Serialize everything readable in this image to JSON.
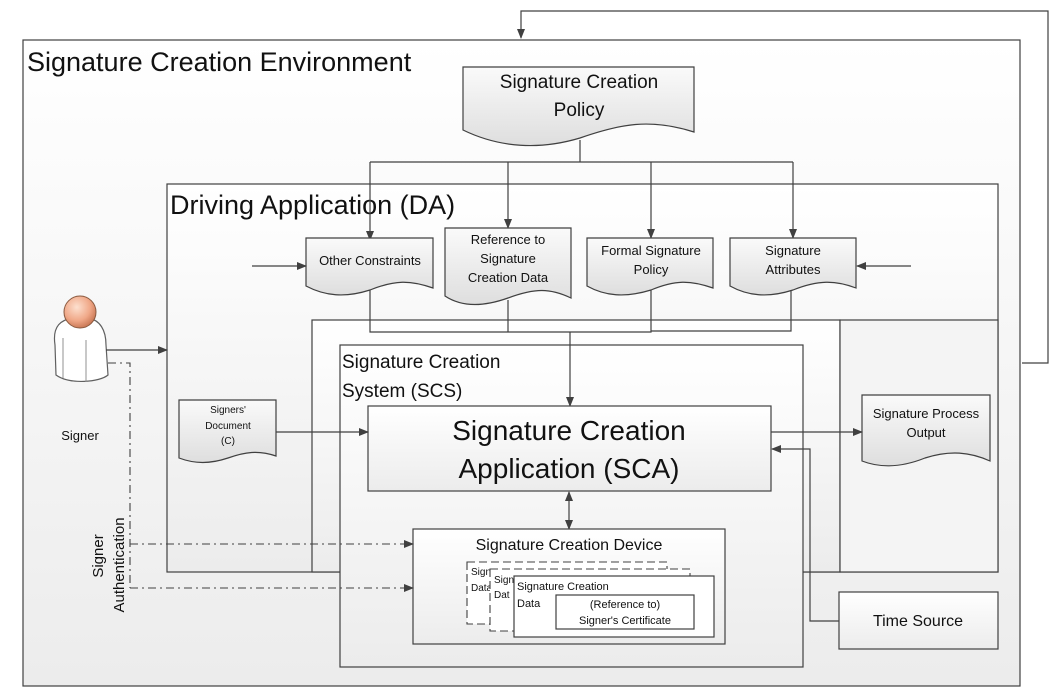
{
  "diagram": {
    "environment_title": "Signature Creation Environment",
    "policy": {
      "line1": "Signature Creation",
      "line2": "Policy"
    },
    "driving_application_title": "Driving Application (DA)",
    "documents": {
      "other_constraints": {
        "lines": [
          "Other Constraints"
        ]
      },
      "reference_scd": {
        "lines": [
          "Reference to",
          "Signature",
          "Creation Data"
        ]
      },
      "formal_policy": {
        "lines": [
          "Formal Signature",
          "Policy"
        ]
      },
      "attributes": {
        "lines": [
          "Signature",
          "Attributes"
        ]
      },
      "signers_document": {
        "lines": [
          "Signers'",
          "Document",
          "(C)"
        ]
      },
      "process_output": {
        "lines": [
          "Signature Process",
          "Output"
        ]
      }
    },
    "signer_label": "Signer",
    "signer_auth": {
      "line1": "Signer",
      "line2": "Authentication"
    },
    "scs_title": {
      "line1": "Signature Creation",
      "line2": "System (SCS)"
    },
    "sca": {
      "line1": "Signature Creation",
      "line2": "Application (SCA)"
    },
    "scdev_title": "Signature Creation Device",
    "scd_stack": {
      "back1": {
        "line1": "Sign",
        "line2": "Data"
      },
      "back2": {
        "line1": "Sign",
        "line2": "Dat"
      },
      "front": {
        "line1": "Signature Creation",
        "line2": "Data"
      }
    },
    "certificate": {
      "line1": "(Reference to)",
      "line2": "Signer's Certificate"
    },
    "time_source": "Time Source",
    "colors": {
      "line": "#404040",
      "box_fill_top": "#ffffff",
      "box_fill_bottom": "#ececec",
      "person_head": "#e8a080",
      "title_text": "#111111"
    }
  }
}
